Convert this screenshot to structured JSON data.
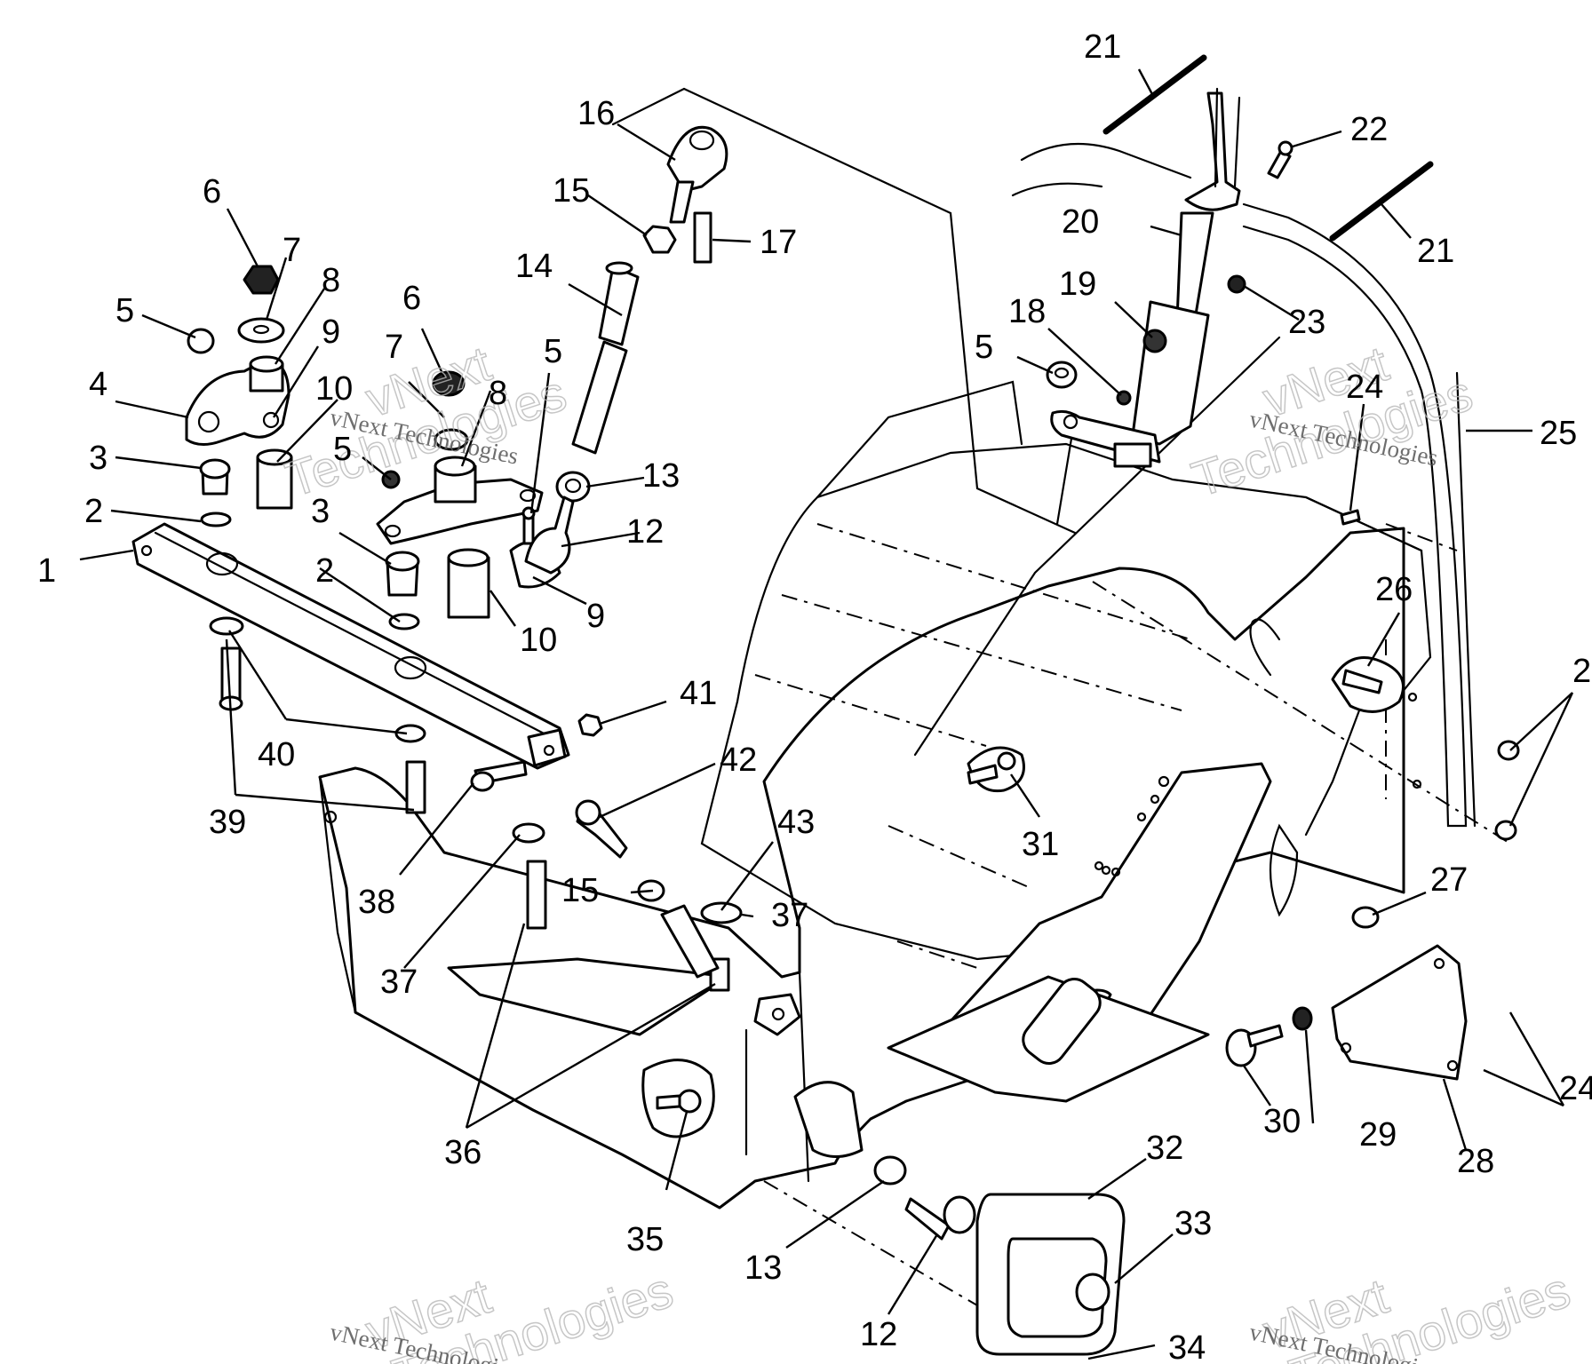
{
  "watermark": {
    "line1": "vNext",
    "line2": "Technologies",
    "small": "vNext Technologies"
  },
  "callouts": [
    {
      "id": "c1",
      "text": "1"
    },
    {
      "id": "c2a",
      "text": "2"
    },
    {
      "id": "c2b",
      "text": "2"
    },
    {
      "id": "c3a",
      "text": "3"
    },
    {
      "id": "c3b",
      "text": "3"
    },
    {
      "id": "c4",
      "text": "4"
    },
    {
      "id": "c5a",
      "text": "5"
    },
    {
      "id": "c5b",
      "text": "5"
    },
    {
      "id": "c5c",
      "text": "5"
    },
    {
      "id": "c5d",
      "text": "5"
    },
    {
      "id": "c6a",
      "text": "6"
    },
    {
      "id": "c6b",
      "text": "6"
    },
    {
      "id": "c7a",
      "text": "7"
    },
    {
      "id": "c7b",
      "text": "7"
    },
    {
      "id": "c8a",
      "text": "8"
    },
    {
      "id": "c8b",
      "text": "8"
    },
    {
      "id": "c9a",
      "text": "9"
    },
    {
      "id": "c9b",
      "text": "9"
    },
    {
      "id": "c10a",
      "text": "10"
    },
    {
      "id": "c10b",
      "text": "10"
    },
    {
      "id": "c12a",
      "text": "12"
    },
    {
      "id": "c12b",
      "text": "12"
    },
    {
      "id": "c13a",
      "text": "13"
    },
    {
      "id": "c13b",
      "text": "13"
    },
    {
      "id": "c14",
      "text": "14"
    },
    {
      "id": "c15a",
      "text": "15"
    },
    {
      "id": "c15b",
      "text": "15"
    },
    {
      "id": "c16",
      "text": "16"
    },
    {
      "id": "c17",
      "text": "17"
    },
    {
      "id": "c18",
      "text": "18"
    },
    {
      "id": "c19",
      "text": "19"
    },
    {
      "id": "c20",
      "text": "20"
    },
    {
      "id": "c21a",
      "text": "21"
    },
    {
      "id": "c21b",
      "text": "21"
    },
    {
      "id": "c22",
      "text": "22"
    },
    {
      "id": "c23",
      "text": "23"
    },
    {
      "id": "c24a",
      "text": "24"
    },
    {
      "id": "c24b",
      "text": "24"
    },
    {
      "id": "c25",
      "text": "25"
    },
    {
      "id": "c26",
      "text": "26"
    },
    {
      "id": "c27",
      "text": "27"
    },
    {
      "id": "c28",
      "text": "28"
    },
    {
      "id": "c29",
      "text": "29"
    },
    {
      "id": "c30",
      "text": "30"
    },
    {
      "id": "c31",
      "text": "31"
    },
    {
      "id": "c32",
      "text": "32"
    },
    {
      "id": "c33",
      "text": "33"
    },
    {
      "id": "c34",
      "text": "34"
    },
    {
      "id": "c35",
      "text": "35"
    },
    {
      "id": "c36",
      "text": "36"
    },
    {
      "id": "c37a",
      "text": "37"
    },
    {
      "id": "c37b",
      "text": "37"
    },
    {
      "id": "c38",
      "text": "38"
    },
    {
      "id": "c39",
      "text": "39"
    },
    {
      "id": "c40",
      "text": "40"
    },
    {
      "id": "c41",
      "text": "41"
    },
    {
      "id": "c42",
      "text": "42"
    },
    {
      "id": "c43",
      "text": "43"
    },
    {
      "id": "c29edge",
      "text": "2"
    }
  ]
}
